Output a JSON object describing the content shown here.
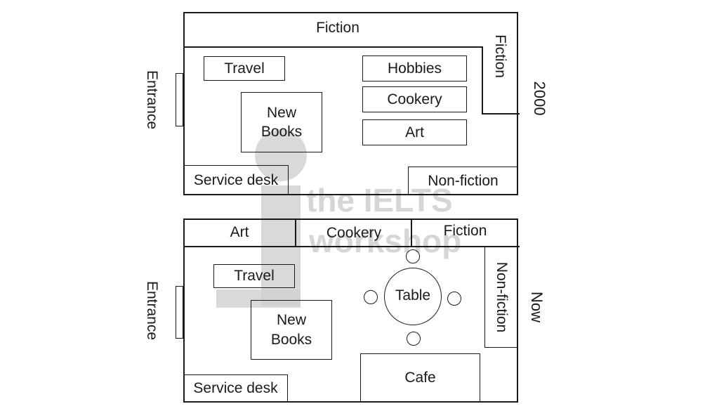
{
  "watermark": {
    "line1": "the IELTS",
    "line2": "workshop"
  },
  "plan_2000": {
    "period_label": "2000",
    "entrance_label": "Entrance",
    "sections": {
      "fiction_top": "Fiction",
      "fiction_side": "Fiction",
      "travel": "Travel",
      "new_books_line1": "New",
      "new_books_line2": "Books",
      "hobbies": "Hobbies",
      "cookery": "Cookery",
      "art": "Art",
      "service_desk": "Service desk",
      "non_fiction": "Non-fiction"
    }
  },
  "plan_now": {
    "period_label": "Now",
    "entrance_label": "Entrance",
    "sections": {
      "art": "Art",
      "cookery": "Cookery",
      "fiction": "Fiction",
      "non_fiction": "Non-fiction",
      "travel": "Travel",
      "new_books_line1": "New",
      "new_books_line2": "Books",
      "table": "Table",
      "cafe": "Cafe",
      "service_desk": "Service desk"
    }
  }
}
